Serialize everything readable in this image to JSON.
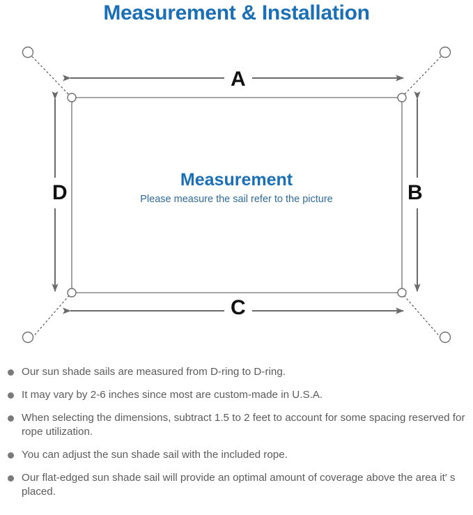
{
  "page": {
    "title": "Measurement & Installation",
    "title_color": "#1a6fb5",
    "background": "#ffffff"
  },
  "diagram": {
    "name": "sun-shade-sail-measurement-diagram",
    "center_heading": "Measurement",
    "center_subtext": "Please measure the sail refer to the picture",
    "heading_color": "#1a6fb5",
    "subtext_color": "#2f6b9d",
    "line_color": "#6a6a6a",
    "sail_edge_color": "#8a8a8a",
    "dimension_labels": [
      {
        "id": "a",
        "label": "A",
        "position": "top",
        "orientation": "horizontal"
      },
      {
        "id": "b",
        "label": "B",
        "position": "right",
        "orientation": "vertical"
      },
      {
        "id": "c",
        "label": "C",
        "position": "bottom",
        "orientation": "horizontal"
      },
      {
        "id": "d",
        "label": "D",
        "position": "left",
        "orientation": "vertical"
      }
    ],
    "anchor_points": [
      {
        "id": "top-left",
        "label": "anchor-point"
      },
      {
        "id": "top-right",
        "label": "anchor-point"
      },
      {
        "id": "bottom-left",
        "label": "anchor-point"
      },
      {
        "id": "bottom-right",
        "label": "anchor-point"
      }
    ],
    "d_rings": [
      {
        "id": "top-left",
        "label": "d-ring"
      },
      {
        "id": "top-right",
        "label": "d-ring"
      },
      {
        "id": "bottom-left",
        "label": "d-ring"
      },
      {
        "id": "bottom-right",
        "label": "d-ring"
      }
    ]
  },
  "notes": [
    "Our sun shade sails are measured from D-ring to D-ring.",
    "It may vary by 2-6 inches since most are custom-made in U.S.A.",
    "When selecting the dimensions, subtract 1.5 to 2 feet to account for some spacing reserved for rope utilization.",
    "You can adjust the sun shade sail with the included rope.",
    "Our flat-edged sun shade sail will provide an optimal amount of coverage above the area it′ s placed."
  ]
}
